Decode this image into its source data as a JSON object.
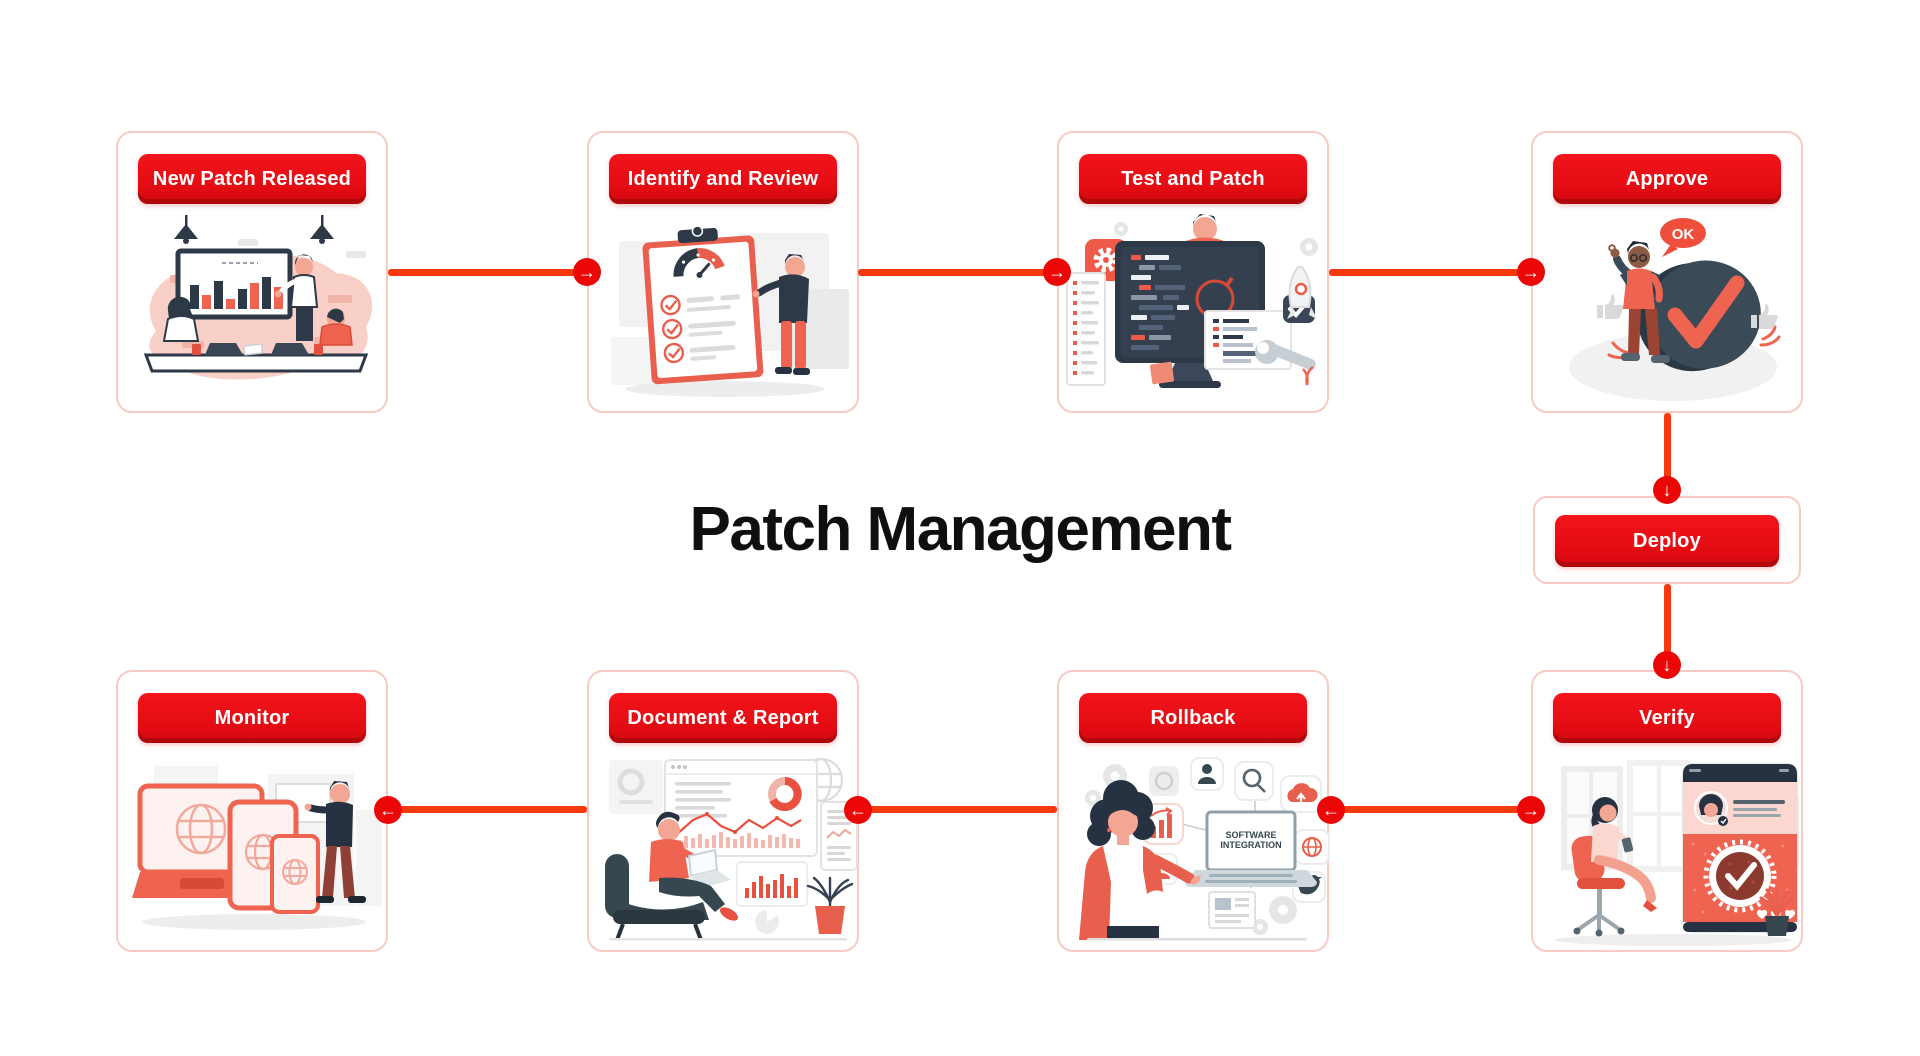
{
  "title": "Patch Management",
  "steps": {
    "new_patch": {
      "label": "New Patch Released"
    },
    "identify": {
      "label": "Identify and Review"
    },
    "test": {
      "label": "Test and Patch"
    },
    "approve": {
      "label": "Approve"
    },
    "deploy": {
      "label": "Deploy"
    },
    "verify": {
      "label": "Verify"
    },
    "rollback": {
      "label": "Rollback"
    },
    "document": {
      "label": "Document & Report"
    },
    "monitor": {
      "label": "Monitor"
    }
  },
  "sequence": [
    "New Patch Released",
    "Identify and Review",
    "Test and Patch",
    "Approve",
    "Deploy",
    "Verify",
    "Rollback",
    "Document & Report",
    "Monitor"
  ],
  "icons": {
    "arrow_right": "→",
    "arrow_left": "←",
    "arrow_down": "↓"
  },
  "illustration_text": {
    "approve_bubble": "OK",
    "integration_line1": "SOFTWARE",
    "integration_line2": "INTEGRATION"
  },
  "colors": {
    "step_button_red": "#e50b11",
    "button_shadow_red": "#a30d0d",
    "connector_line": "#f73a0d",
    "arrow_circle": "#ec0707",
    "card_border": "#f8cac4",
    "title_text": "#0f0f0f",
    "illustration_dark": "#2e3948",
    "illustration_salmon": "#ef6351",
    "illustration_pink": "#f8d0c8",
    "background": "#ffffff"
  }
}
